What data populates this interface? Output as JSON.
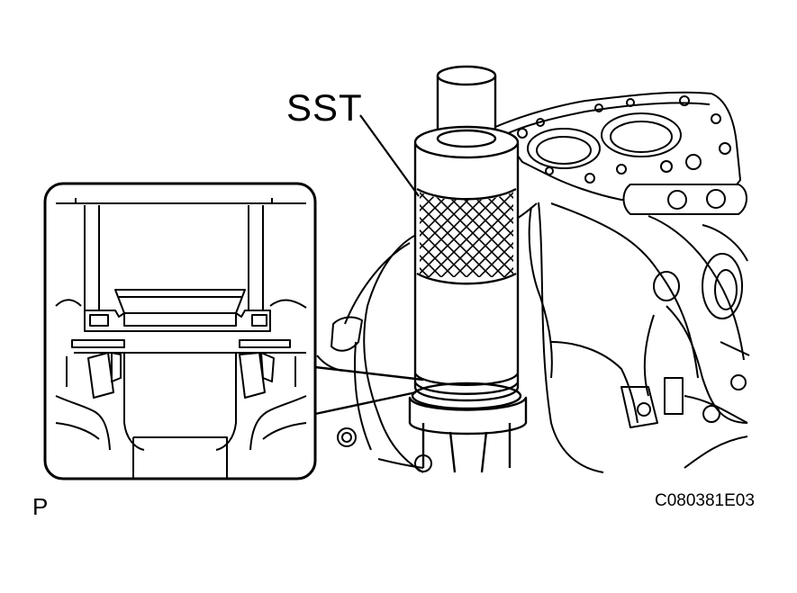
{
  "labels": {
    "tool": "SST",
    "corner_letter": "P",
    "figure_code": "C080381E03"
  },
  "colors": {
    "line": "#000000",
    "background": "#ffffff"
  }
}
